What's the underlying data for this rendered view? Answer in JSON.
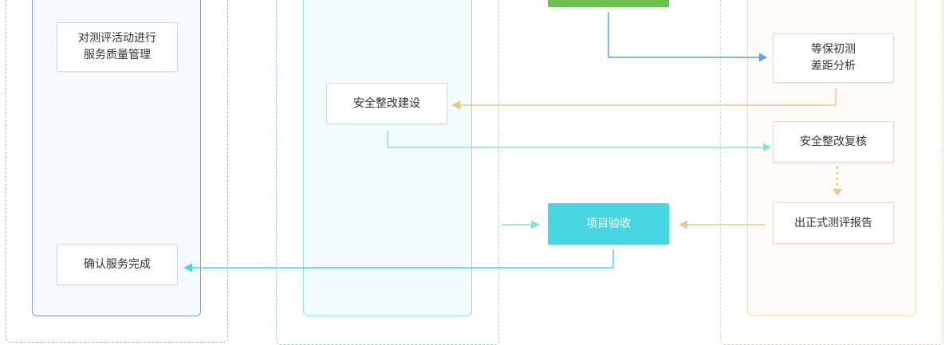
{
  "colors": {
    "lane1_dash": "#8fb3f0",
    "lane1_fill": "#f5fbff",
    "lane1_border": "#6f9ff0",
    "lane2_dash": "#8fdccd",
    "lane2_fill": "#f4fdfd",
    "lane2_border": "#8fe3d5",
    "lane4_dash": "#f0cfa6",
    "lane4_fill": "#fffcf7",
    "lane4_border": "#f1dcc0",
    "arrow_blue": "#5a9df0",
    "arrow_orange": "#ecc78c",
    "arrow_teal": "#7ee6d6",
    "arrow_cyan": "#47d6e3",
    "green_node": "#6cc04f",
    "highlight_node": "#47d6e3"
  },
  "nodes": {
    "quality_management": "对测评活动进行\n服务质量管理",
    "confirm_service": "确认服务完成",
    "security_rectification_build": "安全整改建设",
    "project_acceptance": "项目验收",
    "gap_analysis": "等保初测\n差距分析",
    "rectification_review": "安全整改复核",
    "formal_report": "出正式测评报告"
  }
}
